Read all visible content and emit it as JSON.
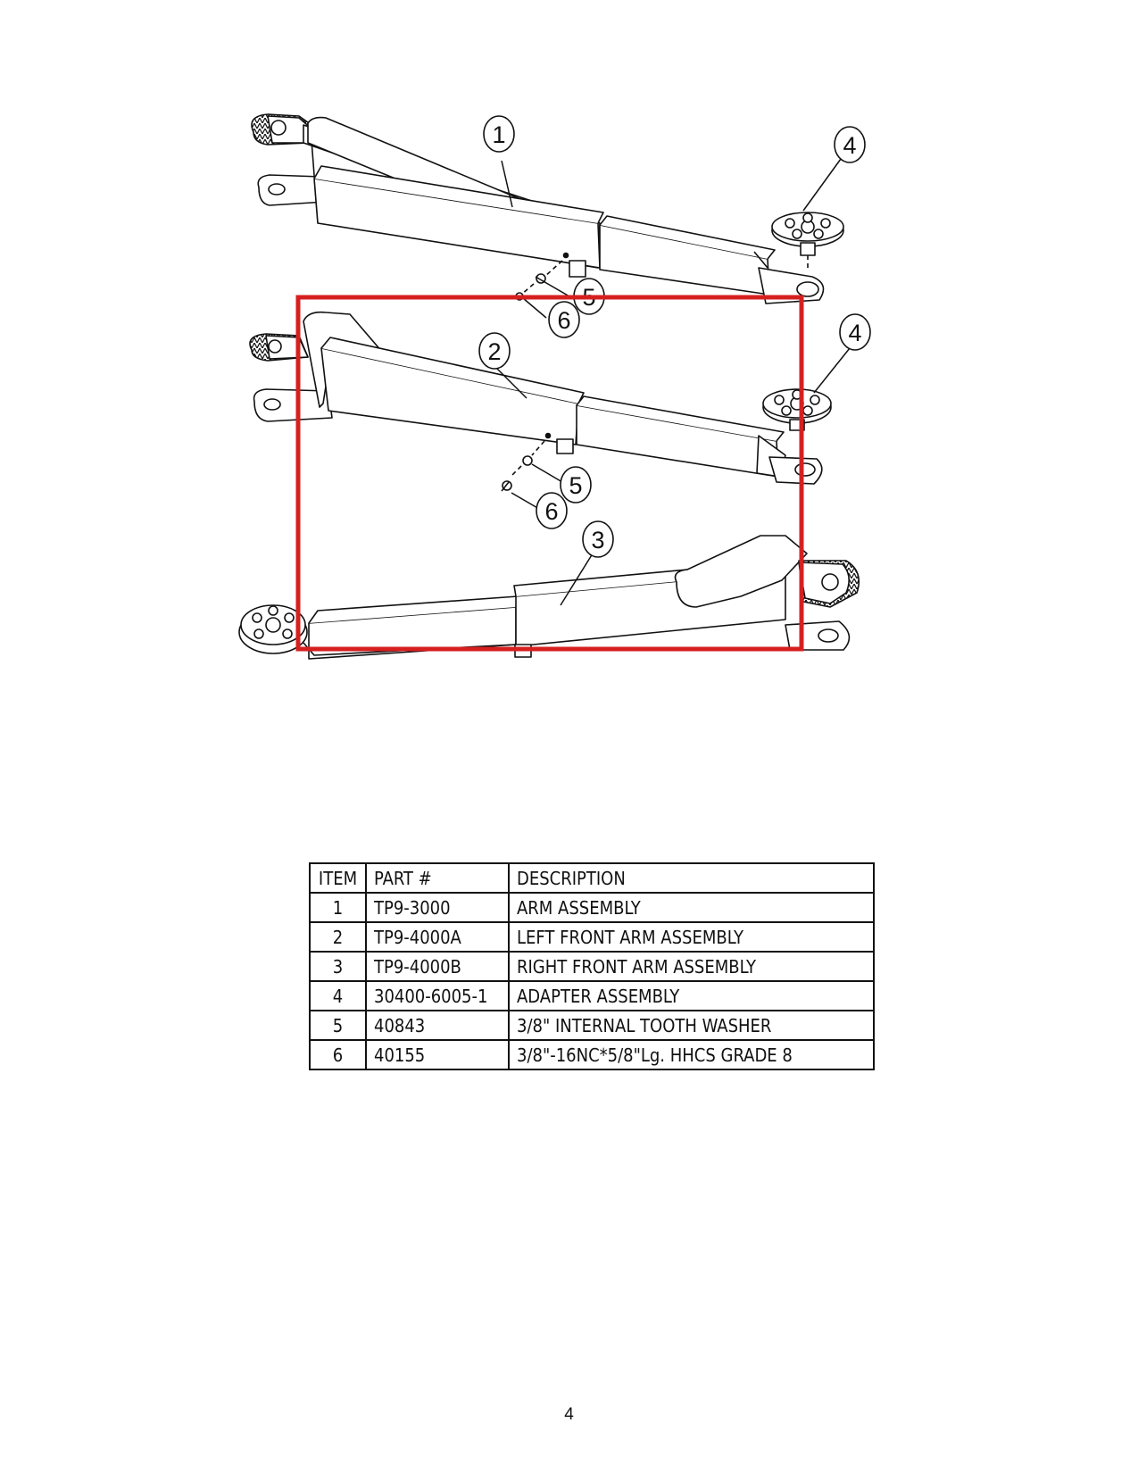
{
  "callouts": {
    "c1": "1",
    "c4a": "4",
    "c5a": "5",
    "c6a": "6",
    "c2": "2",
    "c4b": "4",
    "c5b": "5",
    "c6b": "6",
    "c3": "3"
  },
  "highlight_color": "#d62020",
  "parts_table": {
    "headers": {
      "item": "ITEM",
      "part": "PART #",
      "description": "DESCRIPTION"
    },
    "rows": [
      {
        "item": "1",
        "part": "TP9-3000",
        "description": "ARM ASSEMBLY"
      },
      {
        "item": "2",
        "part": "TP9-4000A",
        "description": "LEFT FRONT ARM ASSEMBLY"
      },
      {
        "item": "3",
        "part": "TP9-4000B",
        "description": "RIGHT FRONT ARM ASSEMBLY"
      },
      {
        "item": "4",
        "part": "30400-6005-1",
        "description": "ADAPTER ASSEMBLY"
      },
      {
        "item": "5",
        "part": "40843",
        "description": "3/8\" INTERNAL TOOTH WASHER"
      },
      {
        "item": "6",
        "part": "40155",
        "description": "3/8\"-16NC*5/8\"Lg. HHCS GRADE 8"
      }
    ]
  },
  "page_number": "4"
}
